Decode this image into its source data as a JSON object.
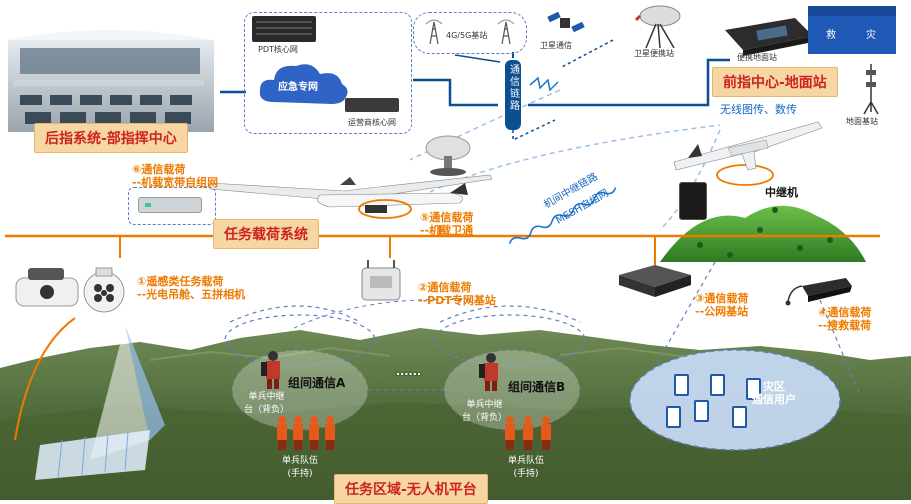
{
  "labels": {
    "rear_command": "后指系统-部指挥中心",
    "front_command": "前指中心-地面站",
    "mission_payload_system": "任务载荷系统",
    "mission_area": "任务区域-无人机平台",
    "pdt_core": "PDT核心网",
    "emergency_net": "应急专网",
    "operator_core": "运营商核心网",
    "base_station_4g5g": "4G/5G基站",
    "satellite_comm": "卫星通信",
    "satellite_station": "卫星便携站",
    "comm_link": "通信链路",
    "front_station_sub": "便携地面站",
    "wireless_transfer": "无线图传、数传",
    "ground_base": "地面基站",
    "relay_aircraft": "中继机",
    "mesh_line1": "机间中继链路",
    "mesh_line2": "MESH自组网",
    "payload6_a": "⑥通信载荷",
    "payload6_b": "--机载宽带自组网",
    "payload5_a": "⑤通信载荷",
    "payload5_b": "--机载卫通",
    "payload1_a": "①遥感类任务载荷",
    "payload1_b": "--光电吊舱、五拼相机",
    "payload2_a": "②通信载荷",
    "payload2_b": "--PDT专网基站",
    "payload3_a": "③通信载荷",
    "payload3_b": "--公网基站",
    "payload4_a": "④通信载荷",
    "payload4_b": "--搜救载荷",
    "group_a": "组间通信A",
    "group_b": "组间通信B",
    "relay_a1": "单兵中继",
    "relay_a2": "台（背负）",
    "relay_b1": "单兵中继",
    "relay_b2": "台（背负）",
    "team_a1": "单兵队伍",
    "team_a2": "(手持)",
    "team_b1": "单兵队伍",
    "team_b2": "(手持)",
    "ellipsis": "......",
    "disaster1": "灾区",
    "disaster2": "通信用户",
    "tent1": "救",
    "tent2": "灾"
  },
  "colors": {
    "orange": "#ee7b00",
    "title_bg": "#f6d7a4",
    "title_text": "#cc2222",
    "navy_link": "#0b4f91",
    "dash_blue": "#5b7fc9"
  }
}
